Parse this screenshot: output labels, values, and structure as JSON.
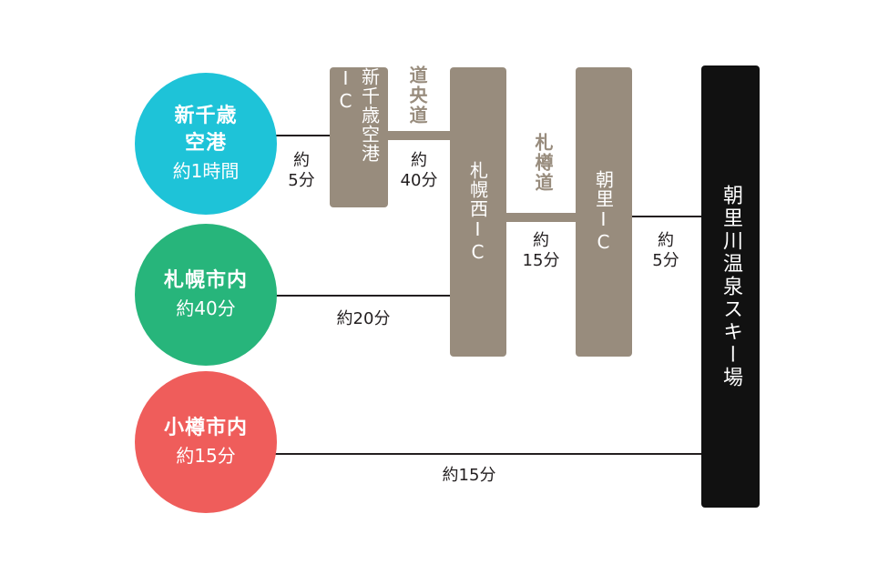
{
  "colors": {
    "airport": "#1ec3d8",
    "sapporo": "#27b57b",
    "otaru": "#ef5d5b",
    "interchange": "#988c7d",
    "destination": "#111111",
    "line": "#231f20"
  },
  "origins": {
    "airport": {
      "name": "新千歳\n空港",
      "time": "約1時間"
    },
    "sapporo": {
      "name": "札幌市内",
      "time": "約40分"
    },
    "otaru": {
      "name": "小樽市内",
      "time": "約15分"
    }
  },
  "interchanges": {
    "shin_chitose": "新千歳空港IC",
    "sapporo_nishi": "札幌西IC",
    "asari": "朝里IC"
  },
  "destination": "朝里川温泉スキー場",
  "roads": {
    "doo": "道央道",
    "sattaru": "札樽道"
  },
  "segments": {
    "airport_to_ic": "約\n5分",
    "ic_to_sapporo_nishi": "約\n40分",
    "sapporo_nishi_to_asari": "約\n15分",
    "asari_to_dest": "約\n5分",
    "sapporo_to_ic": "約20分",
    "otaru_to_dest": "約15分"
  }
}
